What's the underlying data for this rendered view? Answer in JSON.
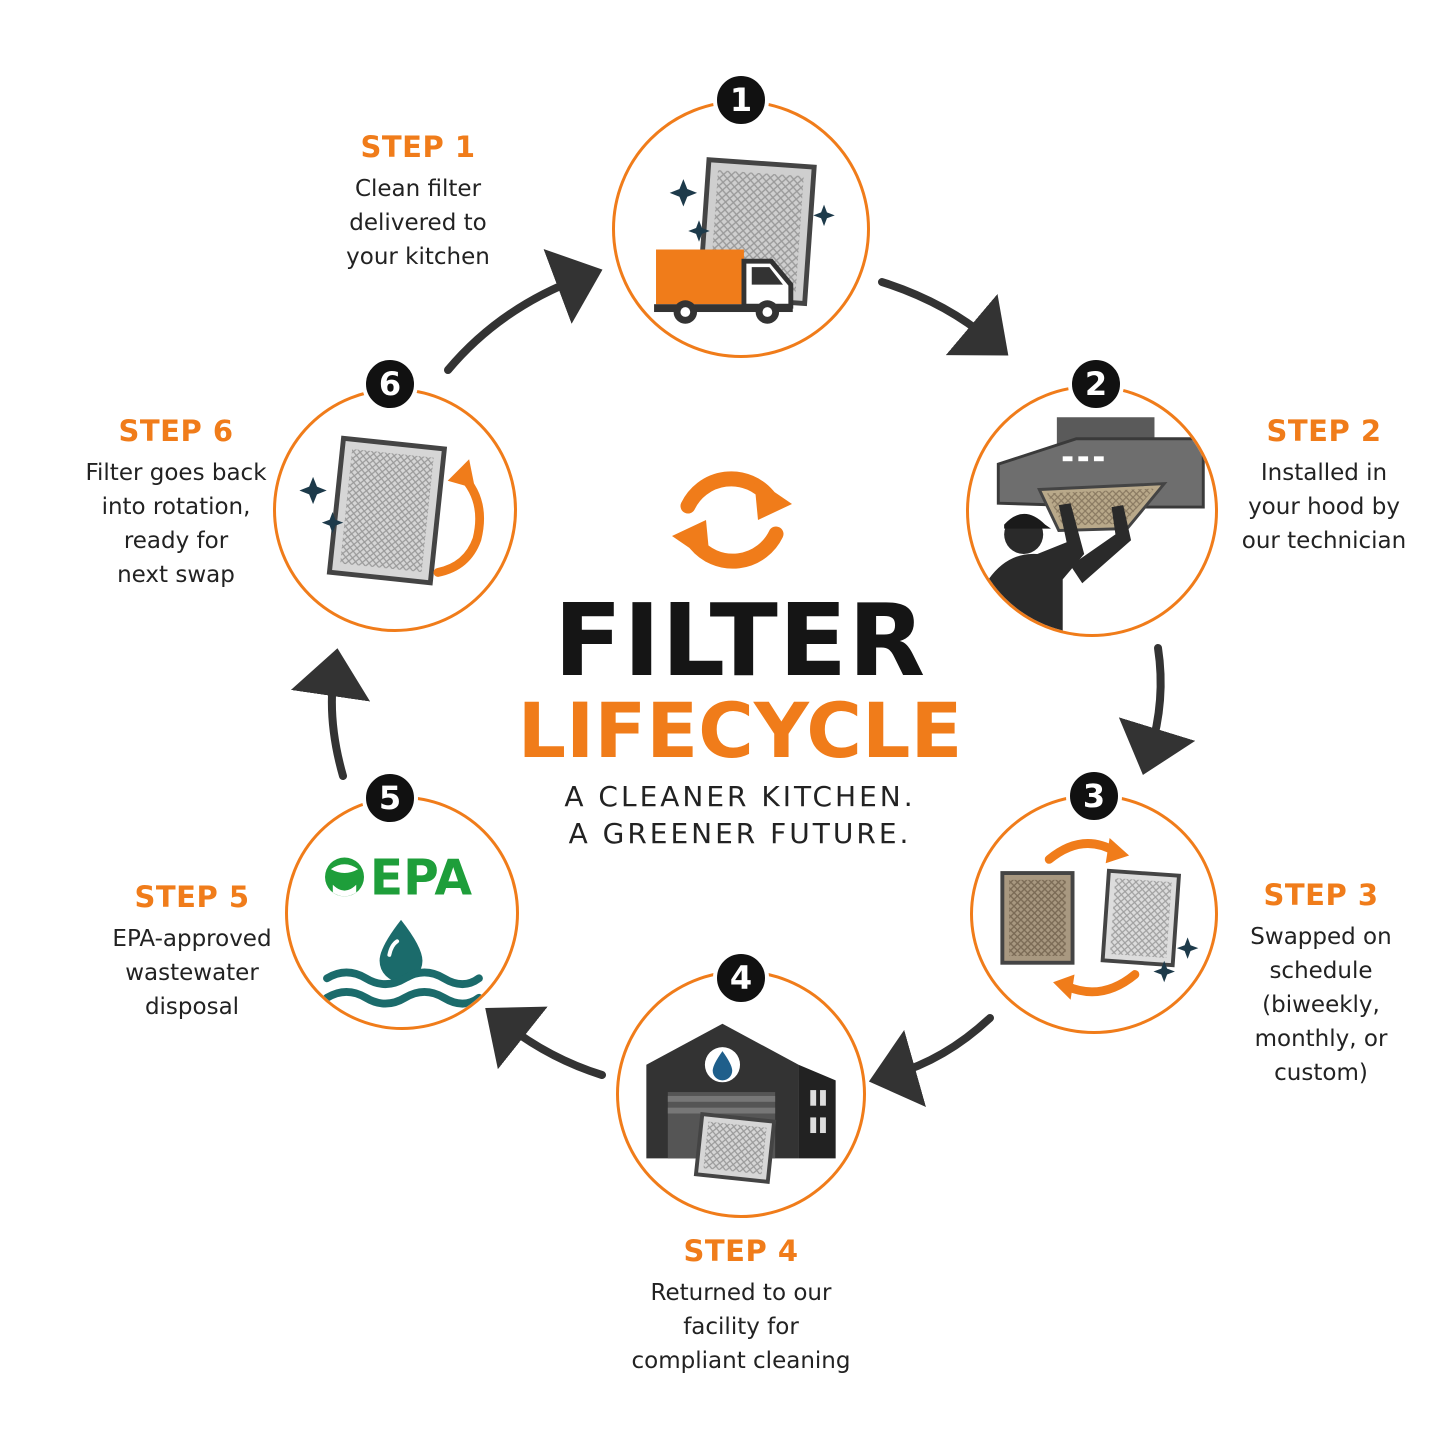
{
  "title": {
    "line1": "FILTER",
    "line2": "LIFECYCLE"
  },
  "tagline": {
    "line1": "A CLEANER KITCHEN.",
    "line2": "A GREENER FUTURE."
  },
  "colors": {
    "accent": "#f07c1a",
    "dark": "#151515",
    "arrow": "#333333",
    "epa_green": "#1e9e3a",
    "water_teal": "#1b6b6b",
    "star": "#1d3a4a"
  },
  "steps": [
    {
      "number": "1",
      "label": "STEP 1",
      "description": "Clean filter\ndelivered to\nyour kitchen",
      "icon": "delivery-truck-icon"
    },
    {
      "number": "2",
      "label": "STEP 2",
      "description": "Installed in\nyour hood by\nour technician",
      "icon": "hood-technician-icon"
    },
    {
      "number": "3",
      "label": "STEP 3",
      "description": "Swapped on\nschedule\n(biweekly,\nmonthly, or\ncustom)",
      "icon": "swap-filters-icon"
    },
    {
      "number": "4",
      "label": "STEP 4",
      "description": "Returned to our\nfacility for\ncompliant cleaning",
      "icon": "facility-icon"
    },
    {
      "number": "5",
      "label": "STEP 5",
      "description": "EPA-approved\nwastewater\ndisposal",
      "icon": "epa-water-icon",
      "logo_text": "EPA"
    },
    {
      "number": "6",
      "label": "STEP 6",
      "description": "Filter goes back\ninto rotation,\nready for\nnext swap",
      "icon": "rotation-filter-icon"
    }
  ]
}
